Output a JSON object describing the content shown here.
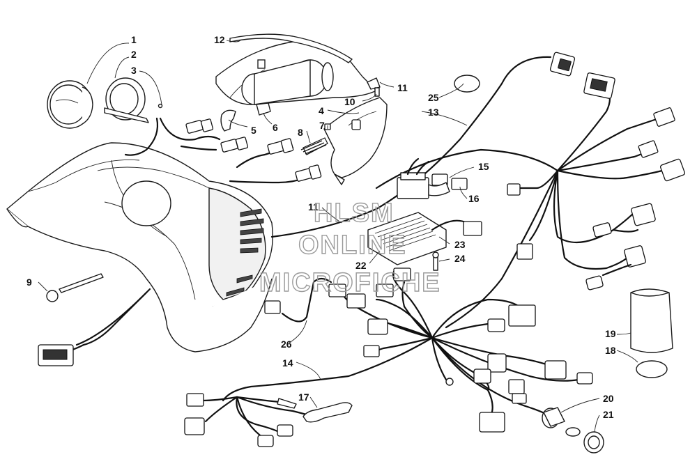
{
  "callouts": {
    "c1": "1",
    "c2": "2",
    "c3": "3",
    "c4": "4",
    "c5": "5",
    "c6": "6",
    "c7": "7",
    "c8": "8",
    "c9": "9",
    "c10": "10",
    "c11a": "11",
    "c11b": "11",
    "c12": "12",
    "c13": "13",
    "c14": "14",
    "c15": "15",
    "c16": "16",
    "c17": "17",
    "c18": "18",
    "c19": "19",
    "c20": "20",
    "c21": "21",
    "c22": "22",
    "c23": "23",
    "c24": "24",
    "c25": "25",
    "c26": "26"
  },
  "watermark": {
    "line1": "HLSM",
    "line2": "ONLINE",
    "line3": "MICROFICHE"
  }
}
